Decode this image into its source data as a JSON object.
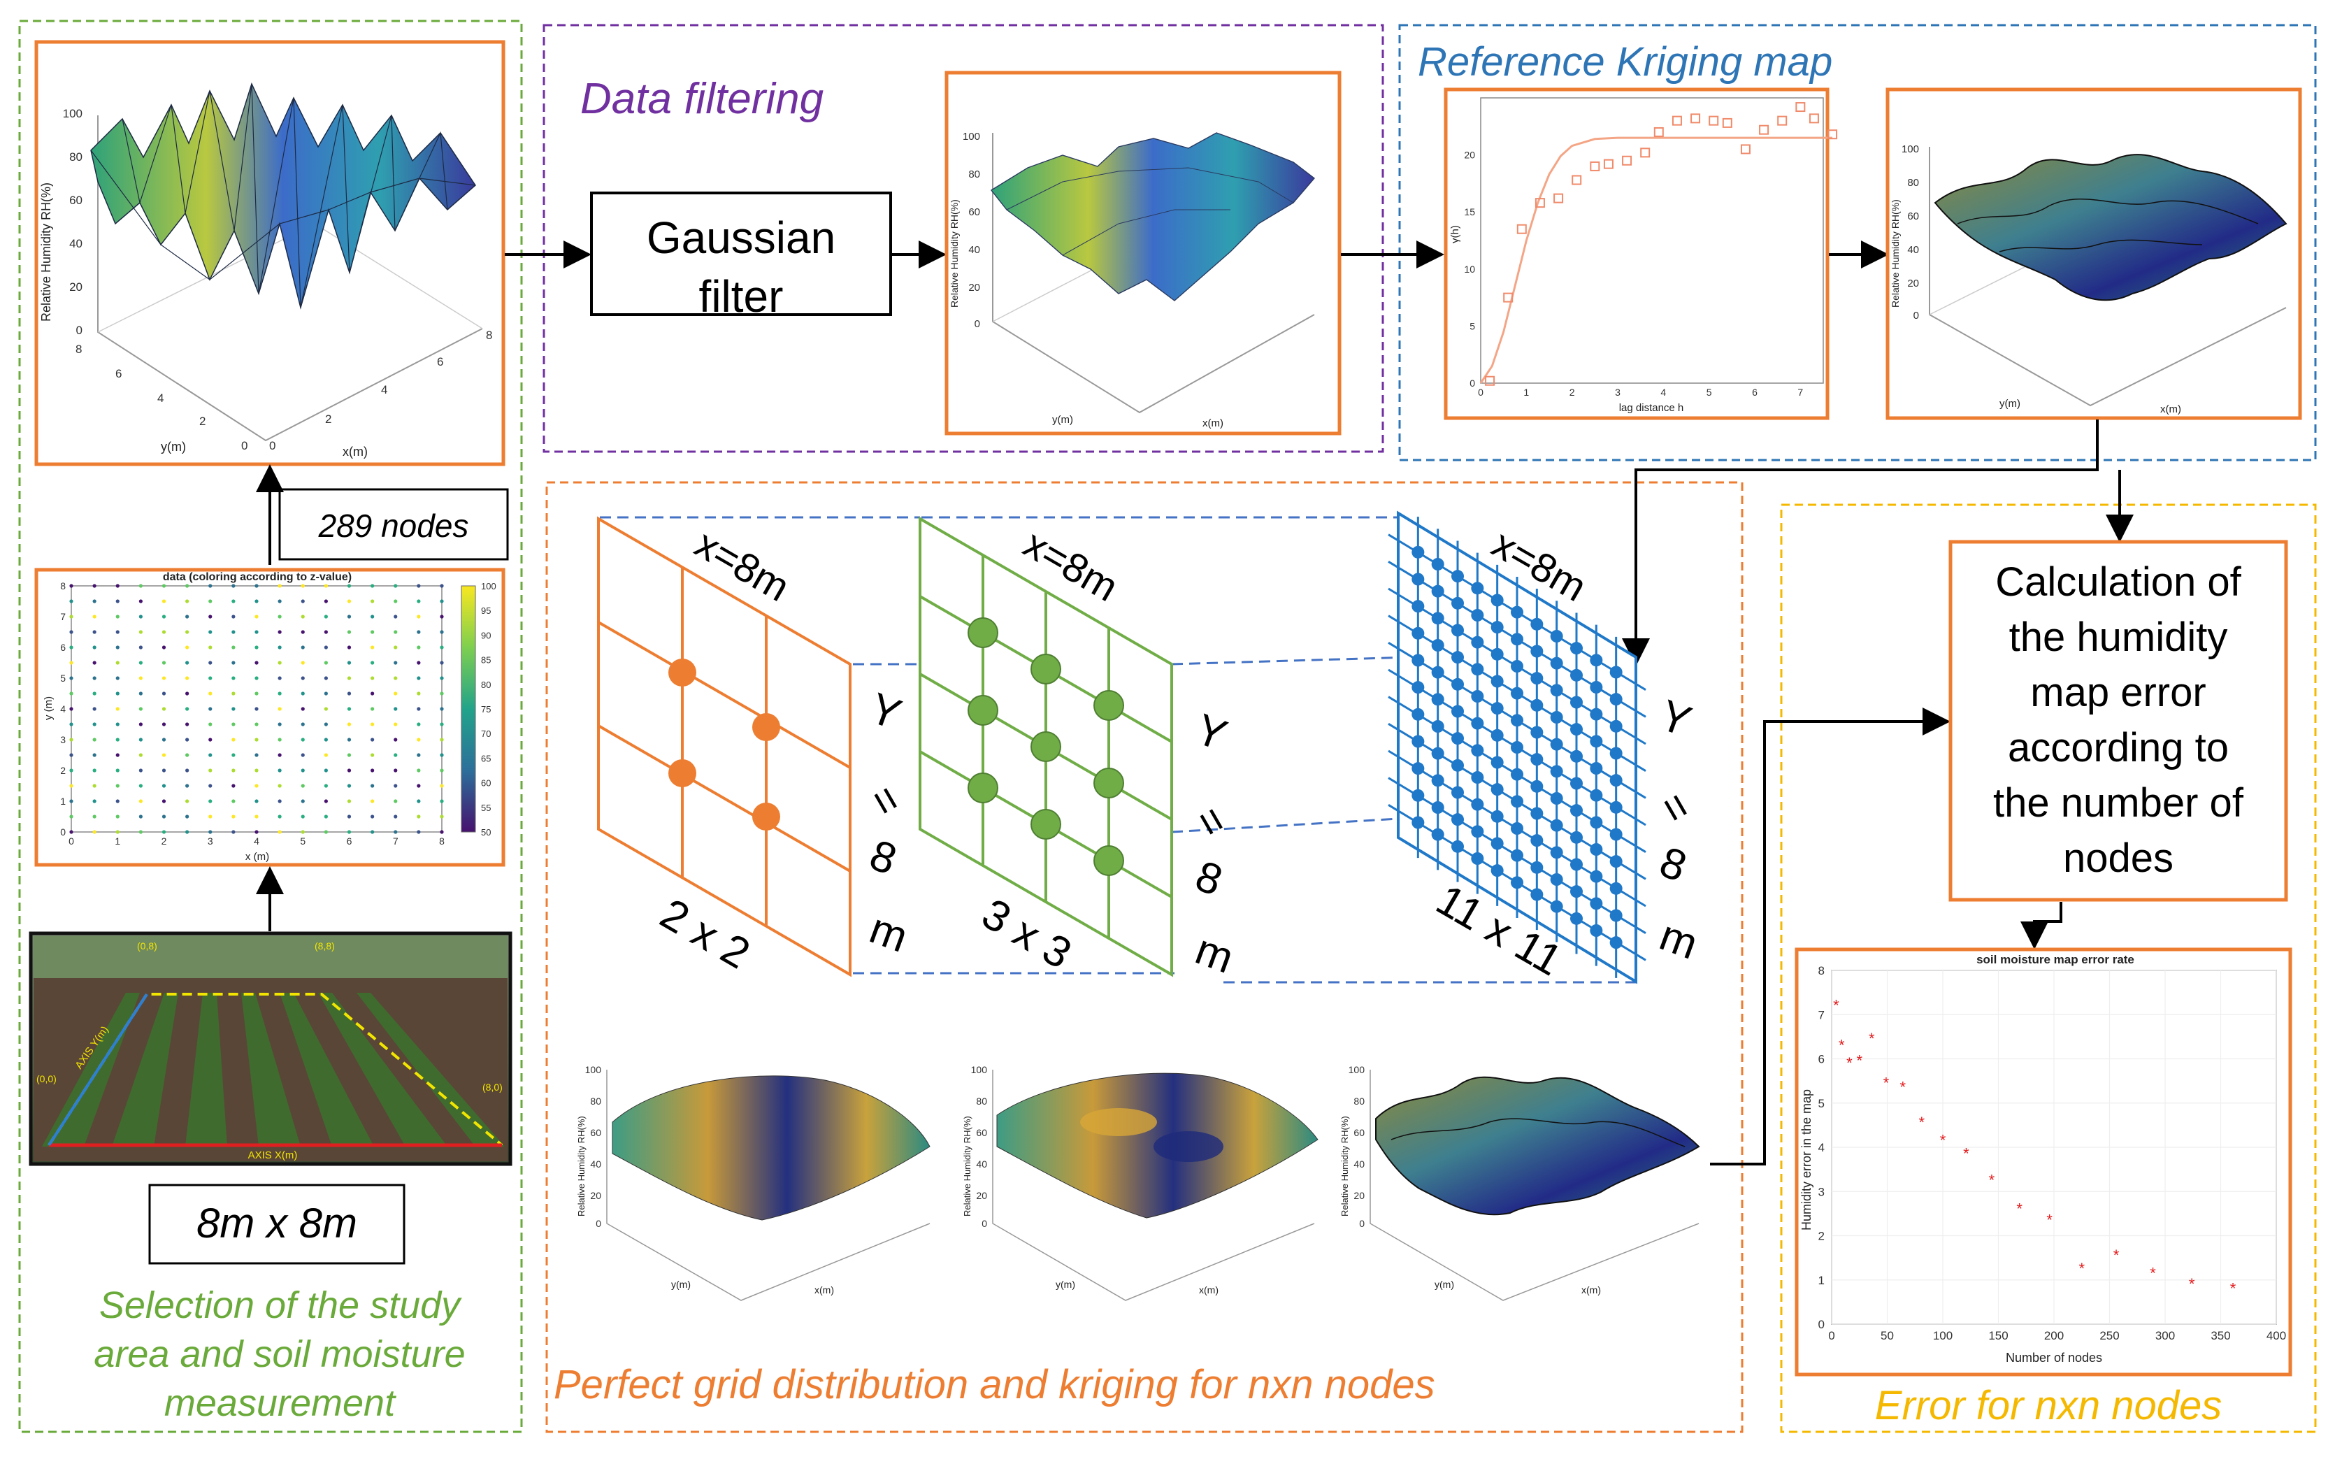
{
  "panels": {
    "selection": {
      "caption_line1": "Selection of the study",
      "caption_line2": "area and soil moisture",
      "caption_line3": "measurement",
      "area_label": "8m x 8m",
      "nodes_label": "289 nodes",
      "photo_labels": {
        "axis_y": "AXIS Y(m)",
        "axis_x": "AXIS X(m)",
        "origin": "(0,0)",
        "corner_tl": "(0,8)",
        "corner_tr": "(8,8)",
        "corner_br": "(8,0)"
      }
    },
    "filtering": {
      "title": "Data filtering",
      "gaussian_line1": "Gaussian",
      "gaussian_line2": "filter"
    },
    "reference": {
      "title": "Reference Kriging map"
    },
    "grid": {
      "title": "Perfect grid distribution and kriging for nxn nodes",
      "x_label": "x=8m",
      "y_label": [
        "Y",
        "=",
        "8",
        "m"
      ],
      "size_labels": [
        "2 x 2",
        "3 x 3",
        "11 x 11"
      ]
    },
    "error": {
      "title": "Error for nxn nodes",
      "calc_lines": [
        "Calculation of",
        "the humidity",
        "map error",
        "according to",
        "the number of",
        "nodes"
      ]
    }
  },
  "surface_plot": {
    "zlabel": "Relative Humidity RH(%)",
    "xlabel": "x(m)",
    "ylabel": "y(m)",
    "z_ticks": [
      "0",
      "20",
      "40",
      "60",
      "80",
      "100"
    ],
    "xy_ticks": [
      "0",
      "2",
      "4",
      "6",
      "8"
    ]
  },
  "scatter_grid": {
    "title": "data (coloring according to z-value)",
    "xlabel": "x (m)",
    "ylabel": "y (m)",
    "ticks": [
      "0",
      "1",
      "2",
      "3",
      "4",
      "5",
      "6",
      "7",
      "8"
    ],
    "colorbar_ticks": [
      "100",
      "95",
      "90",
      "85",
      "80",
      "75",
      "70",
      "65",
      "60",
      "55",
      "50"
    ]
  },
  "colors": {
    "selection_border": "#6aaa3a",
    "filtering_border": "#7030a0",
    "reference_border": "#2e75b6",
    "grid_border": "#ed7d31",
    "error_border": "#f5b800",
    "orange": "#ed7d31",
    "green": "#70ad47",
    "blue": "#1f78c8"
  },
  "chart_data": [
    {
      "type": "scatter",
      "title": "",
      "xlabel": "lag distance h",
      "ylabel": "γ(h)",
      "xlim": [
        0,
        7.5
      ],
      "ylim": [
        0,
        25
      ],
      "x_ticks": [
        "0",
        "1",
        "2",
        "3",
        "4",
        "5",
        "6",
        "7"
      ],
      "y_ticks": [
        "0",
        "5",
        "10",
        "15",
        "20"
      ],
      "series": [
        {
          "x": [
            0.2,
            0.6,
            0.9,
            1.3,
            1.7,
            2.1,
            2.5,
            2.8,
            3.2,
            3.6,
            3.9,
            4.3,
            4.7,
            5.1,
            5.4,
            5.8,
            6.2,
            6.6,
            7.0,
            7.3,
            7.7
          ],
          "y": [
            0.2,
            7.5,
            13.5,
            15.8,
            16.2,
            17.8,
            19.0,
            19.2,
            19.5,
            20.2,
            22.0,
            23.0,
            23.2,
            23.0,
            22.8,
            20.5,
            22.2,
            23.0,
            24.2,
            23.2,
            21.8
          ]
        },
        {
          "x": [
            0,
            0.25,
            0.5,
            0.75,
            1.0,
            1.25,
            1.5,
            1.75,
            2.0,
            2.5,
            3.0,
            4.0,
            5.0,
            6.0,
            7.0,
            7.7
          ],
          "y": [
            0,
            1.5,
            4.5,
            8.5,
            12.5,
            15.8,
            18.3,
            19.9,
            20.8,
            21.4,
            21.5,
            21.5,
            21.5,
            21.5,
            21.5,
            21.5
          ]
        }
      ]
    },
    {
      "type": "scatter",
      "title": "soil moisture map error rate",
      "xlabel": "Number of nodes",
      "ylabel": "Humidity error in the map",
      "xlim": [
        0,
        400
      ],
      "ylim": [
        0,
        8
      ],
      "x_ticks": [
        "0",
        "50",
        "100",
        "150",
        "200",
        "250",
        "300",
        "350",
        "400"
      ],
      "y_ticks": [
        "0",
        "1",
        "2",
        "3",
        "4",
        "5",
        "6",
        "7",
        "8"
      ],
      "series": [
        {
          "x": [
            4,
            9,
            16,
            25,
            36,
            49,
            64,
            81,
            100,
            121,
            144,
            169,
            196,
            225,
            256,
            289,
            324,
            361
          ],
          "y": [
            7.2,
            6.3,
            5.9,
            5.95,
            6.45,
            5.45,
            5.35,
            4.55,
            4.15,
            3.85,
            3.25,
            2.6,
            2.35,
            1.25,
            1.55,
            1.15,
            0.9,
            0.8
          ]
        }
      ]
    }
  ]
}
